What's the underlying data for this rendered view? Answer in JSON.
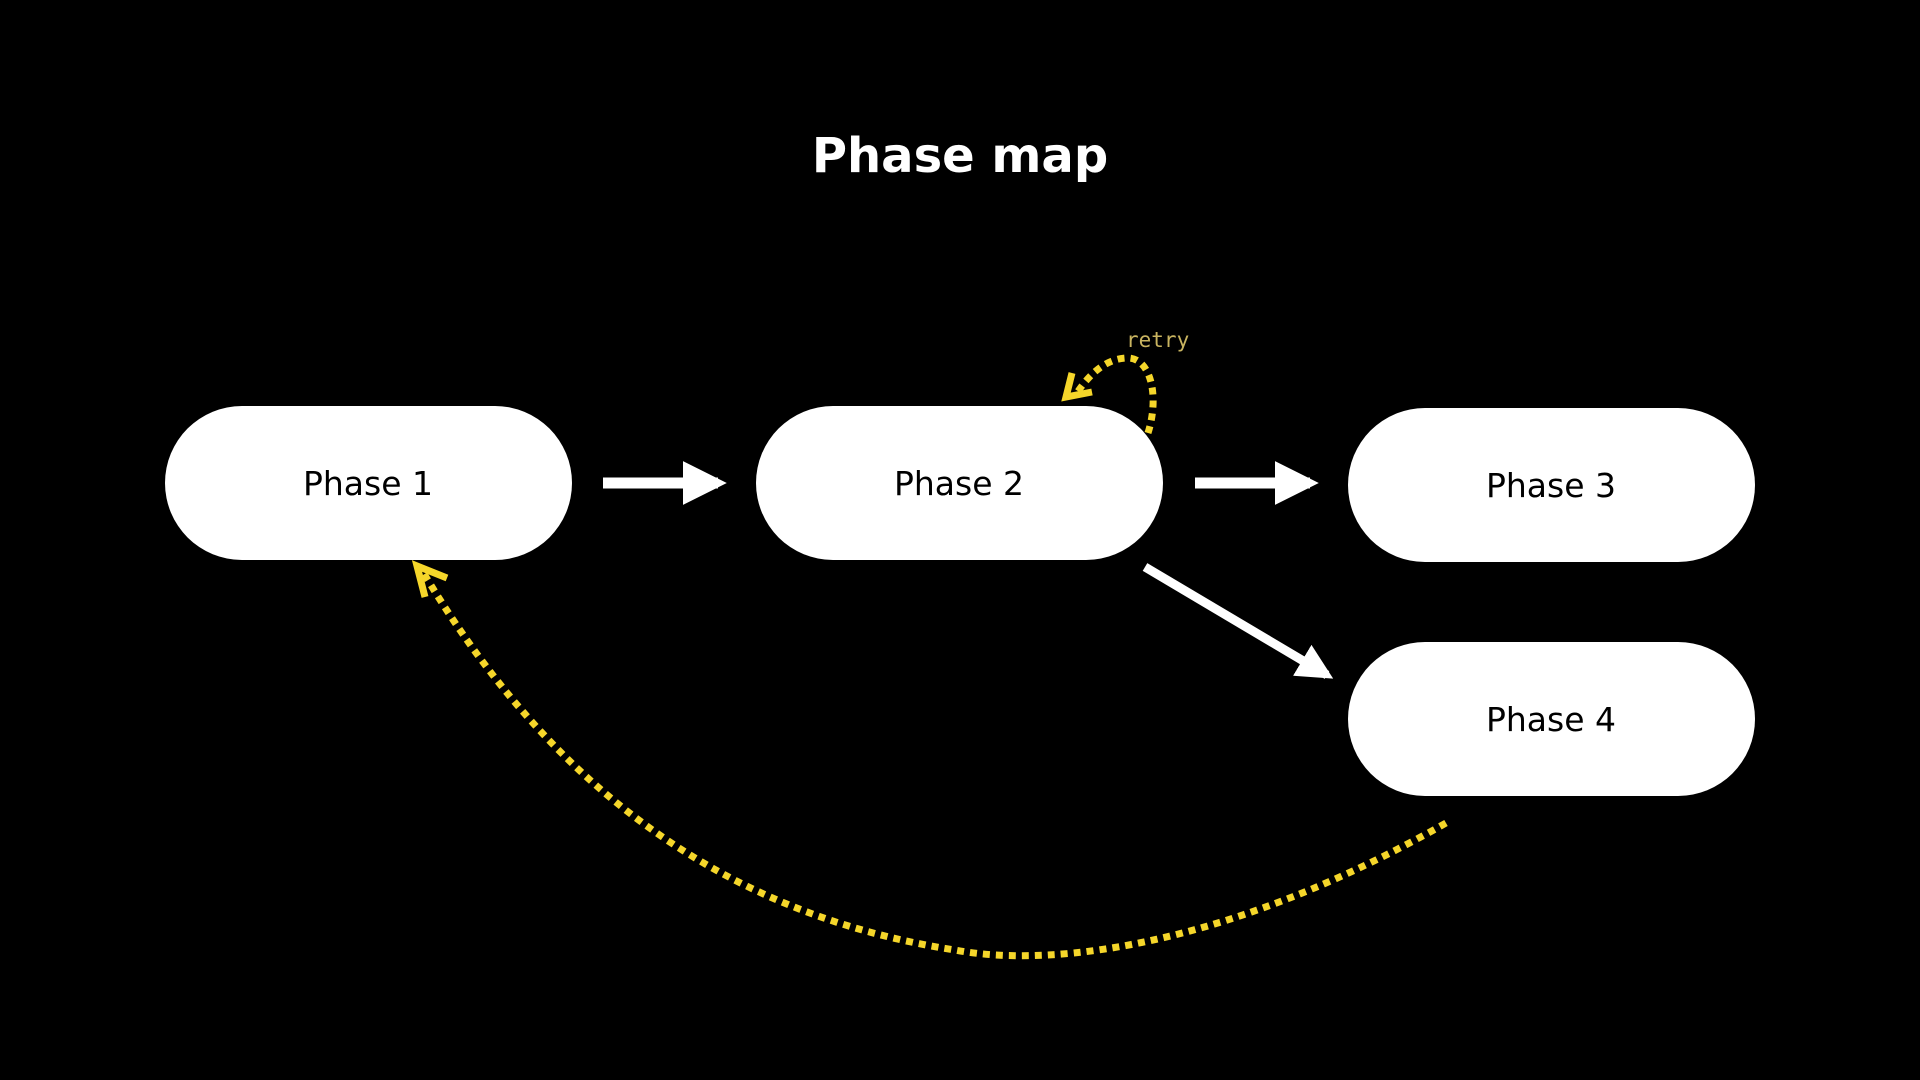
{
  "title": "Phase map",
  "colors": {
    "background": "#000000",
    "node_fill": "#ffffff",
    "flow_arrow": "#ffffff",
    "feedback_arrow": "#f5d62a",
    "retry_label": "#c9b460"
  },
  "nodes": [
    {
      "id": "phase1",
      "label": "Phase 1"
    },
    {
      "id": "phase2",
      "label": "Phase 2"
    },
    {
      "id": "phase3",
      "label": "Phase 3"
    },
    {
      "id": "phase4",
      "label": "Phase 4"
    }
  ],
  "edges": [
    {
      "from": "phase1",
      "to": "phase2",
      "style": "solid"
    },
    {
      "from": "phase2",
      "to": "phase3",
      "style": "solid"
    },
    {
      "from": "phase2",
      "to": "phase4",
      "style": "solid"
    },
    {
      "from": "phase2",
      "to": "phase2",
      "style": "dotted",
      "label": "retry"
    },
    {
      "from": "phase4",
      "to": "phase1",
      "style": "dotted"
    }
  ]
}
